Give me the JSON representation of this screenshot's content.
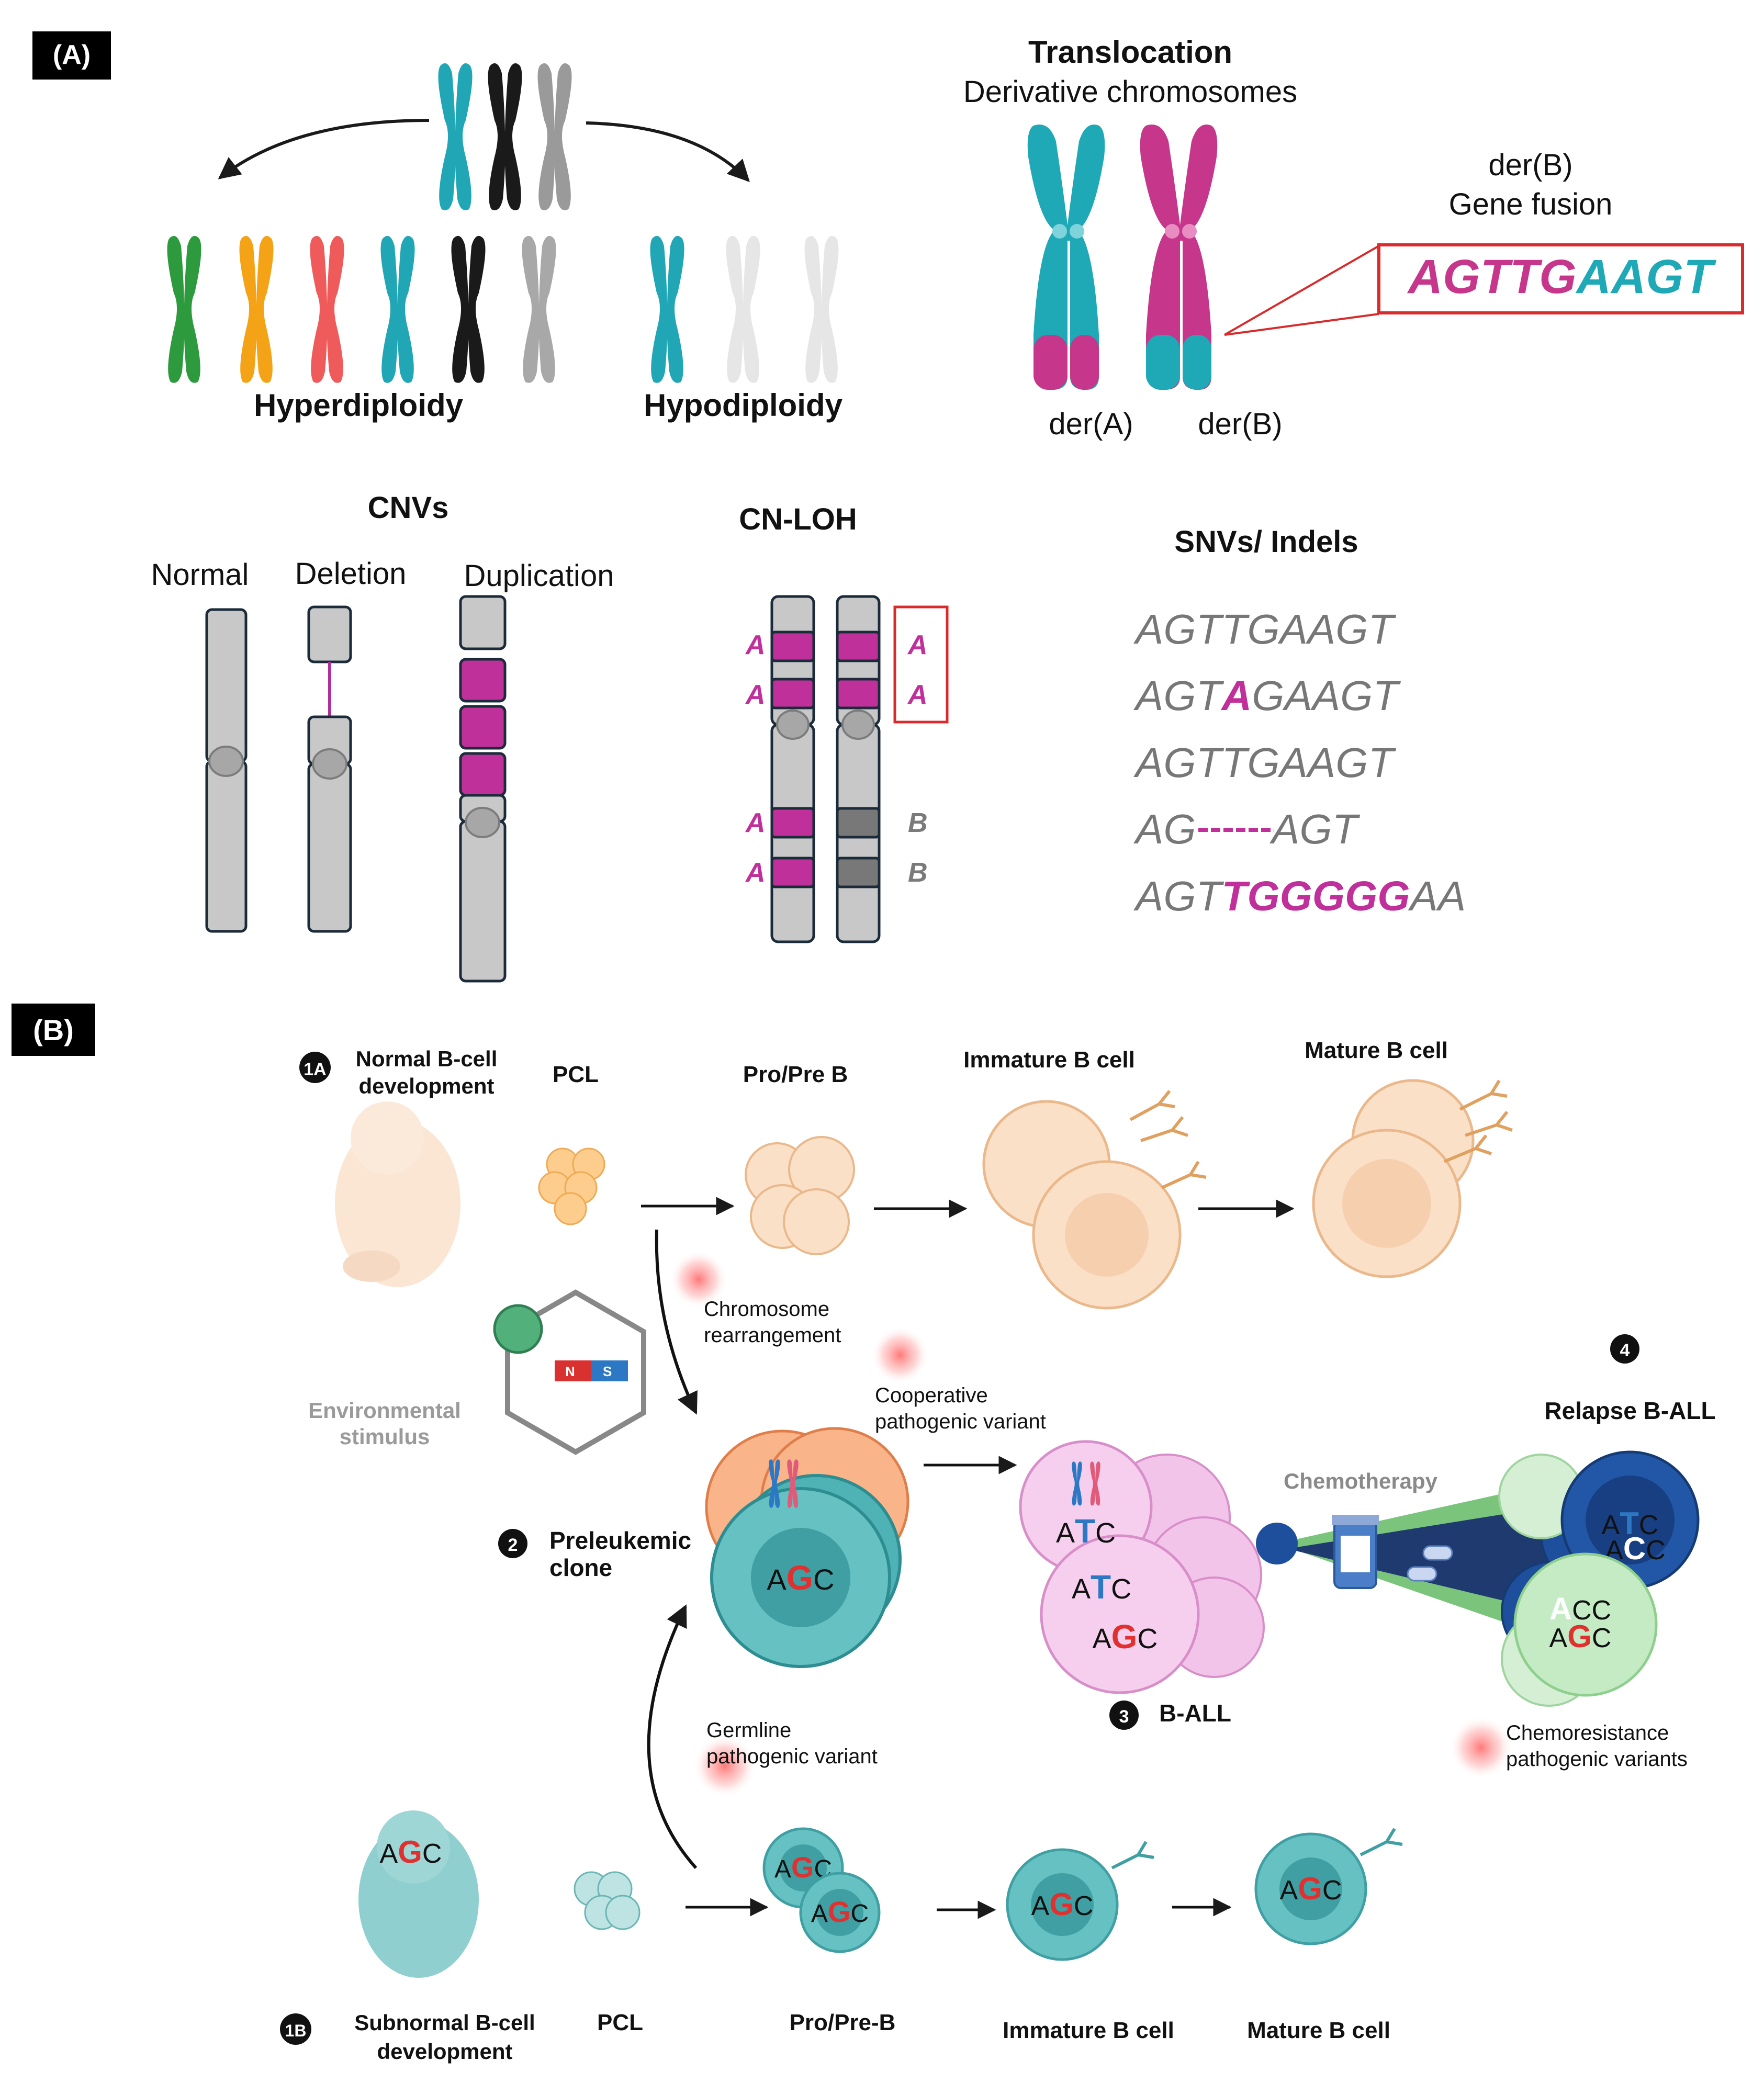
{
  "panelA": {
    "label": "(A)",
    "ploidy": {
      "hyper_label": "Hyperdiploidy",
      "hypo_label": "Hypodiploidy",
      "colors": {
        "teal": "#20a6b5",
        "black": "#1a1a1a",
        "gray": "#9a9a9a",
        "green": "#2e9a3e",
        "orange": "#f5a316",
        "red": "#ef5b5b",
        "faded": "#e6e6e6"
      }
    },
    "translocation": {
      "title": "Translocation",
      "subtitle": "Derivative chromosomes",
      "derA_label": "der(A)",
      "derB_label": "der(B)",
      "callout_title": "der(B)",
      "callout_subtitle": "Gene fusion",
      "fusion_part1": "AGTTG",
      "fusion_part2": "AAGT",
      "colors": {
        "teal": "#1fa8b5",
        "magenta": "#c6378c",
        "box": "#d92b2b"
      }
    },
    "cnvs": {
      "title": "CNVs",
      "normal": "Normal",
      "deletion": "Deletion",
      "duplication": "Duplication"
    },
    "cnloh": {
      "title": "CN-LOH",
      "left_labels": [
        "A",
        "A",
        "A",
        "A"
      ],
      "right_labels": [
        "A",
        "A",
        "B",
        "B"
      ]
    },
    "snvs": {
      "title": "SNVs/ Indels",
      "line1": "AGTTGAAGT",
      "line2_a": "AGT",
      "line2_b": "A",
      "line2_c": "GAAGT",
      "line3": "AGTTGAAGT",
      "line4_a": "AG",
      "line4_b": "AGT",
      "line5_a": "AGT",
      "line5_b": "TGGGGG",
      "line5_c": "AA"
    }
  },
  "panelB": {
    "label": "(B)",
    "top_row": {
      "step_badge": "1A",
      "step_title_line1": "Normal B-cell",
      "step_title_line2": "development",
      "stages": [
        "PCL",
        "Pro/Pre B",
        "Immature B cell",
        "Mature B cell"
      ]
    },
    "environment": {
      "line1": "Environmental",
      "line2": "stimulus",
      "magnet_n": "N",
      "magnet_s": "S"
    },
    "events": {
      "chrom_line1": "Chromosome",
      "chrom_line2": "rearrangement",
      "coop_line1": "Cooperative",
      "coop_line2": "pathogenic variant",
      "germ_line1": "Germline",
      "germ_line2": "pathogenic variant",
      "chemo_res_line1": "Chemoresistance",
      "chemo_res_line2": "pathogenic variants"
    },
    "preleukemic": {
      "badge": "2",
      "line1": "Preleukemic",
      "line2": "clone"
    },
    "ball": {
      "badge": "3",
      "label": "B-ALL"
    },
    "relapse": {
      "badge": "4",
      "label": "Relapse B-ALL"
    },
    "chemotherapy": "Chemotherapy",
    "bottom_row": {
      "step_badge": "1B",
      "step_title_line1": "Subnormal B-cell",
      "step_title_line2": "development",
      "stages": [
        "PCL",
        "Pro/Pre-B",
        "Immature B cell",
        "Mature B cell"
      ]
    },
    "codons": {
      "A": "A",
      "G": "G",
      "C": "C",
      "T": "T"
    },
    "colors": {
      "normal_cell": "#f9dcc0",
      "normal_cell_stroke": "#e8b58a",
      "teal_cell": "#66c1c3",
      "teal_cell_dark": "#3f9fa2",
      "pink_cell": "#f0b7e6",
      "relapse_blue": "#1e4f9c",
      "relapse_green": "#b8e6b8",
      "red_glow": "#ff5a5a",
      "codon_red": "#e03030",
      "codon_blue": "#2d78c4"
    }
  }
}
